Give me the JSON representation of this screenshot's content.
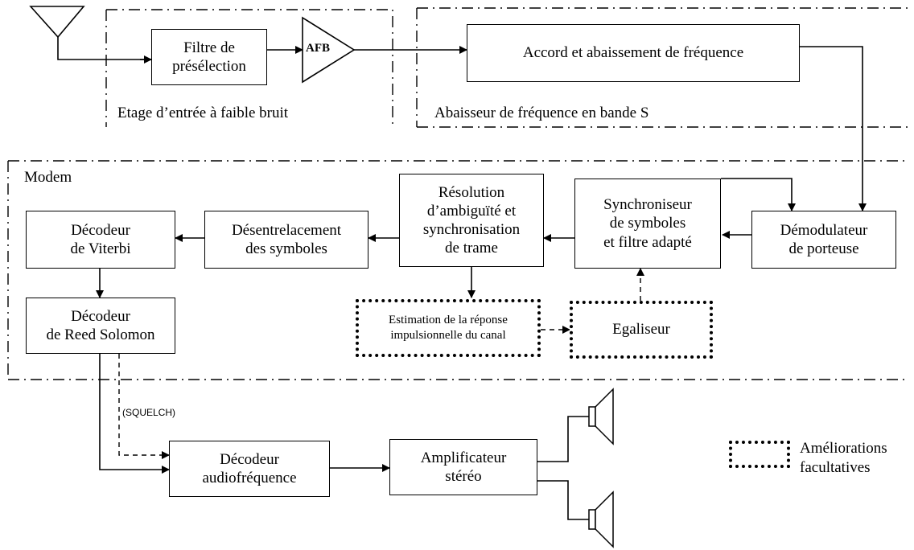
{
  "groups": {
    "lna_stage": "Etage d’entrée à faible bruit",
    "downconverter": "Abaisseur de fréquence en bande S",
    "modem": "Modem"
  },
  "blocks": {
    "preselection_filter": "Filtre de\nprésélection",
    "lna": "AFB",
    "tuning": "Accord et abaissement de fréquence",
    "carrier_demod": "Démodulateur\nde porteuse",
    "symbol_sync": "Synchroniseur\nde symboles\net filtre adapté",
    "ambiguity": "Résolution\nd’ambiguïté et\nsynchronisation\nde trame",
    "deinterleave": "Désentrelacement\ndes symboles",
    "viterbi": "Décodeur\nde Viterbi",
    "reed_solomon": "Décodeur\nde Reed Solomon",
    "channel_estimation": "Estimation de la réponse\nimpulsionnelle du canal",
    "equalizer": "Egaliseur",
    "audio_decoder": "Décodeur\naudiofréquence",
    "stereo_amp": "Amplificateur\nstéréo"
  },
  "signals": {
    "squelch": "(SQUELCH)"
  },
  "legend": {
    "optional": "Améliorations\nfacultatives"
  }
}
